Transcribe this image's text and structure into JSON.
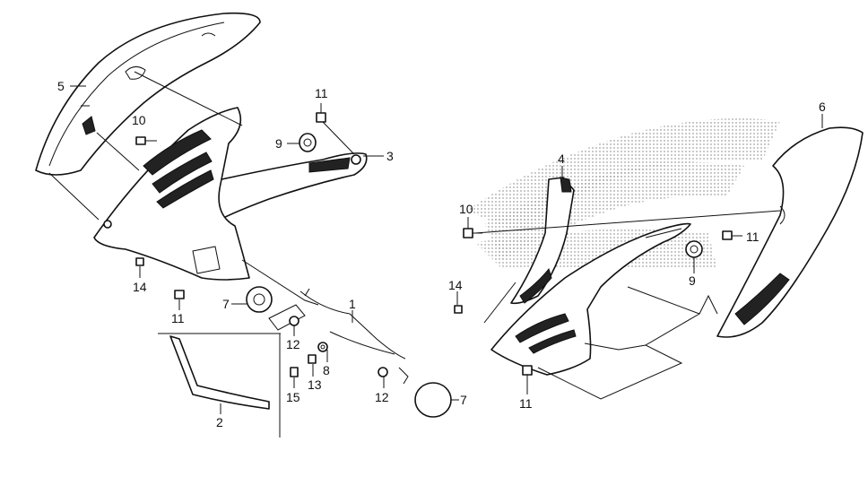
{
  "callouts": {
    "p1": "1",
    "p2": "2",
    "p3": "3",
    "p4": "4",
    "p5": "5",
    "p6": "6",
    "p7a": "7",
    "p7b": "7",
    "p8": "8",
    "p9a": "9",
    "p9b": "9",
    "p10a": "10",
    "p10b": "10",
    "p11a": "11",
    "p11b": "11",
    "p11c": "11",
    "p11d": "11",
    "p12a": "12",
    "p12b": "12",
    "p13": "13",
    "p14a": "14",
    "p14b": "14",
    "p15": "15"
  }
}
